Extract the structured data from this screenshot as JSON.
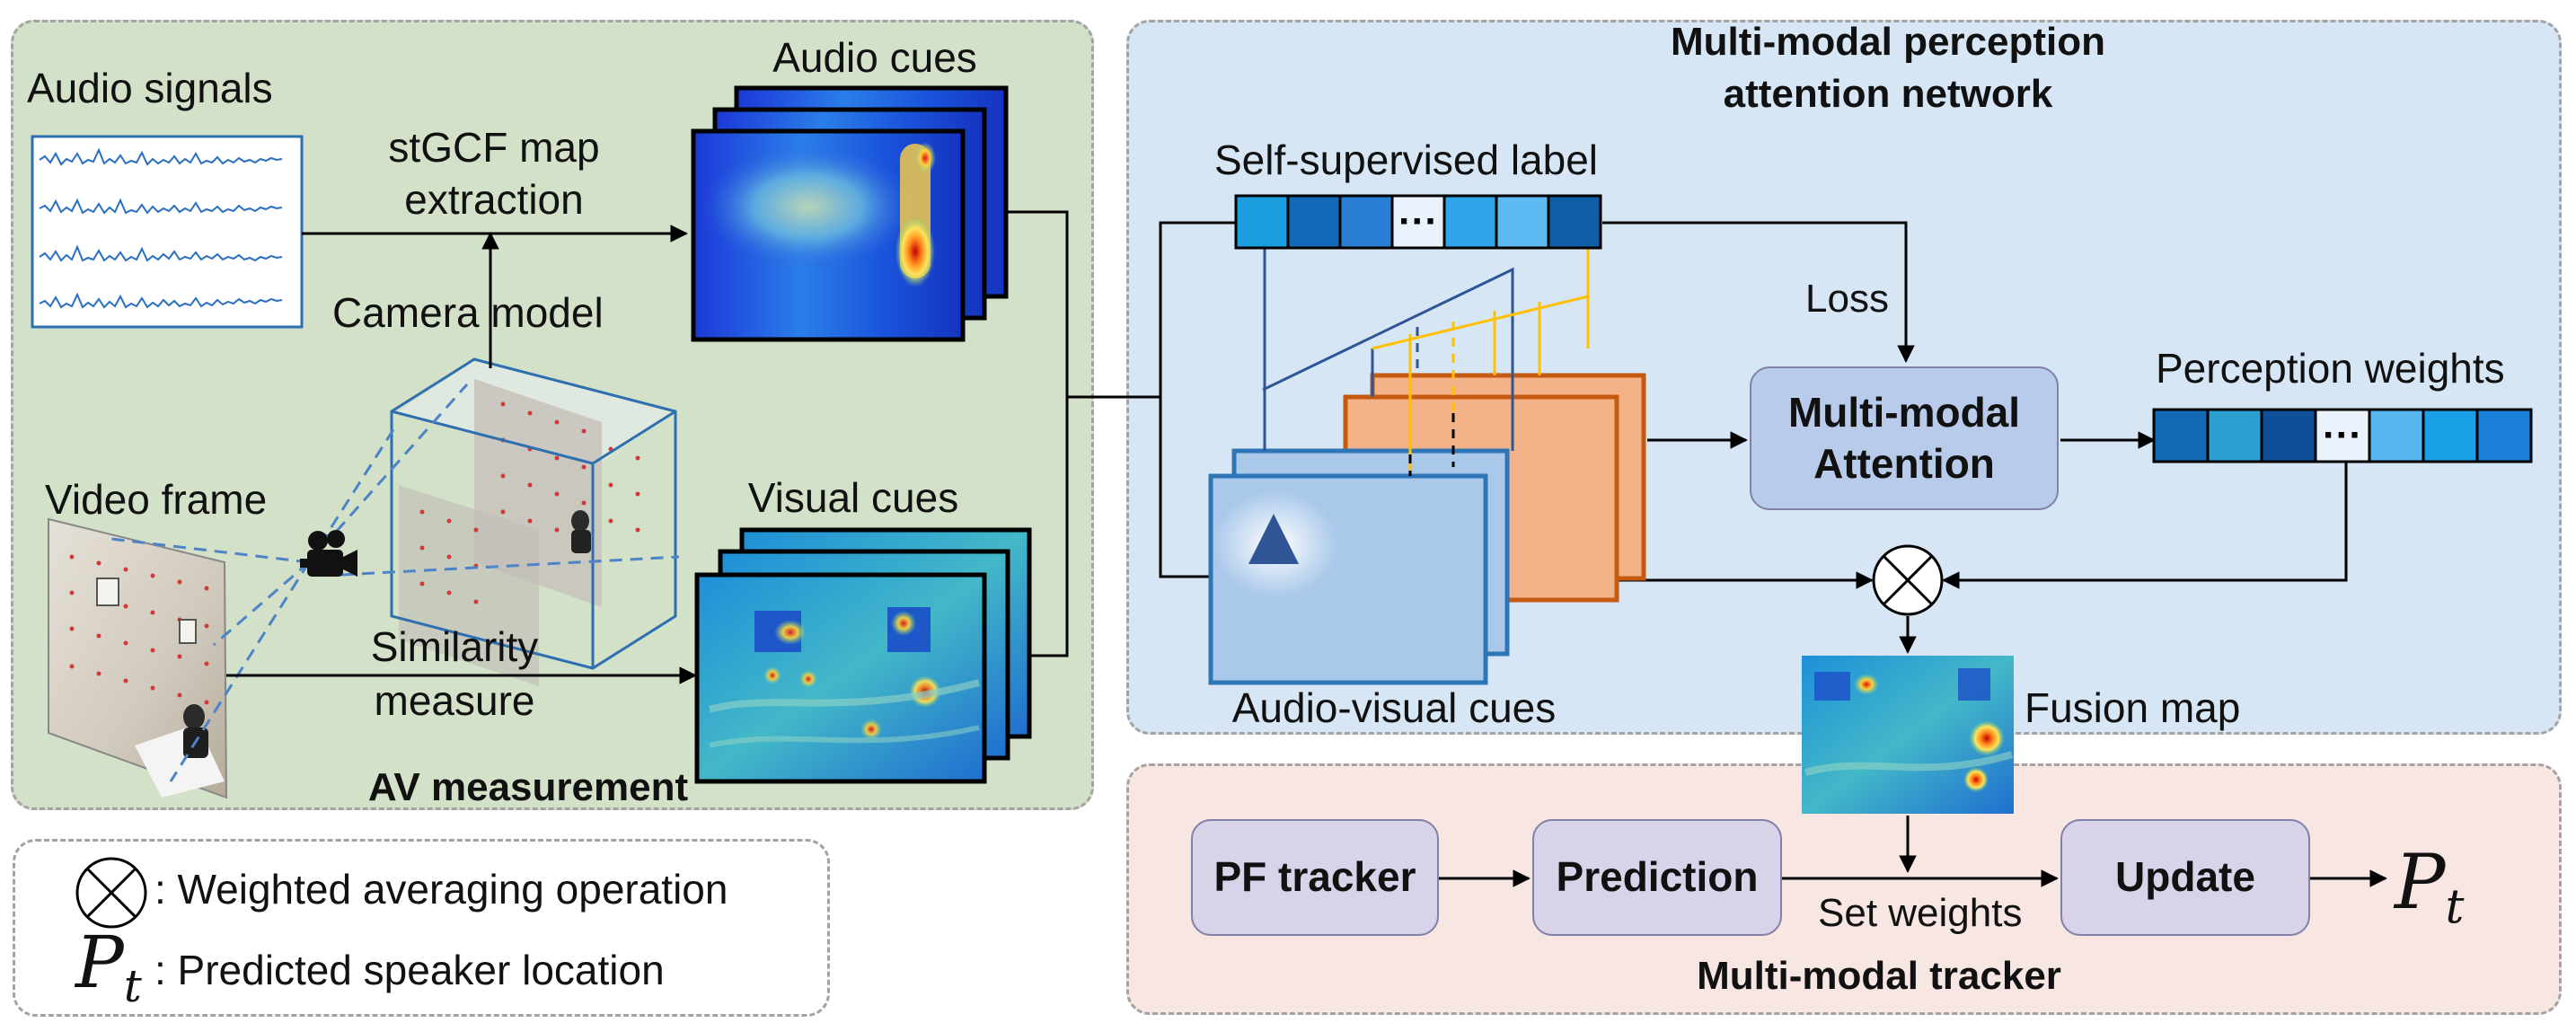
{
  "colors": {
    "av_panel_bg": "#d3e1c8",
    "network_panel_bg": "#d6e6f5",
    "tracker_panel_bg": "#f7e6e2",
    "node_fill": "#d9d3ea",
    "attention_fill": "#b9cbea",
    "cue_blue": "#a9c8ea",
    "cue_orange": "#f3b287",
    "orange_border": "#c55a11",
    "blue_border": "#2e75b6",
    "yellow_line": "#ffc000",
    "dark_blue_line": "#2f5597"
  },
  "av_measurement": {
    "title": "AV measurement",
    "audio_signals": "Audio signals",
    "stgcf_line1": "stGCF map",
    "stgcf_line2": "extraction",
    "audio_cues": "Audio cues",
    "camera_model": "Camera model",
    "video_frame": "Video frame",
    "visual_cues": "Visual cues",
    "similarity_line1": "Similarity",
    "similarity_line2": "measure",
    "icons": [
      "waveform-icon",
      "camera-icon",
      "heatmap-icon",
      "projection-cube-icon"
    ]
  },
  "network": {
    "title_line1": "Multi-modal perception",
    "title_line2": "attention network",
    "self_supervised_label": "Self-supervised label",
    "label_ellipsis": "···",
    "loss": "Loss",
    "attention_line1": "Multi-modal",
    "attention_line2": "Attention",
    "perception_weights": "Perception weights",
    "weights_ellipsis": "···",
    "audio_visual_cues": "Audio-visual cues",
    "fusion_map": "Fusion map",
    "label_cells": [
      "#1a9ee0",
      "#1468b8",
      "#2a7fd4",
      "#eaf3fb",
      "#2fa6ec",
      "#5dbaf2",
      "#0f5fa8"
    ],
    "weight_cells": [
      "#1469b6",
      "#2c9fd1",
      "#0f4f99",
      "#eaf3fb",
      "#56b4ef",
      "#1aa0e6",
      "#1a7fd6"
    ]
  },
  "tracker": {
    "title": "Multi-modal tracker",
    "pf_tracker": "PF tracker",
    "prediction": "Prediction",
    "update": "Update",
    "set_weights": "Set weights",
    "output_symbol": "P",
    "output_subscript": "t"
  },
  "legend": {
    "operator_text": ": Weighted averaging operation",
    "symbol_main": "P",
    "symbol_sub": "t",
    "symbol_text": ": Predicted speaker location"
  }
}
